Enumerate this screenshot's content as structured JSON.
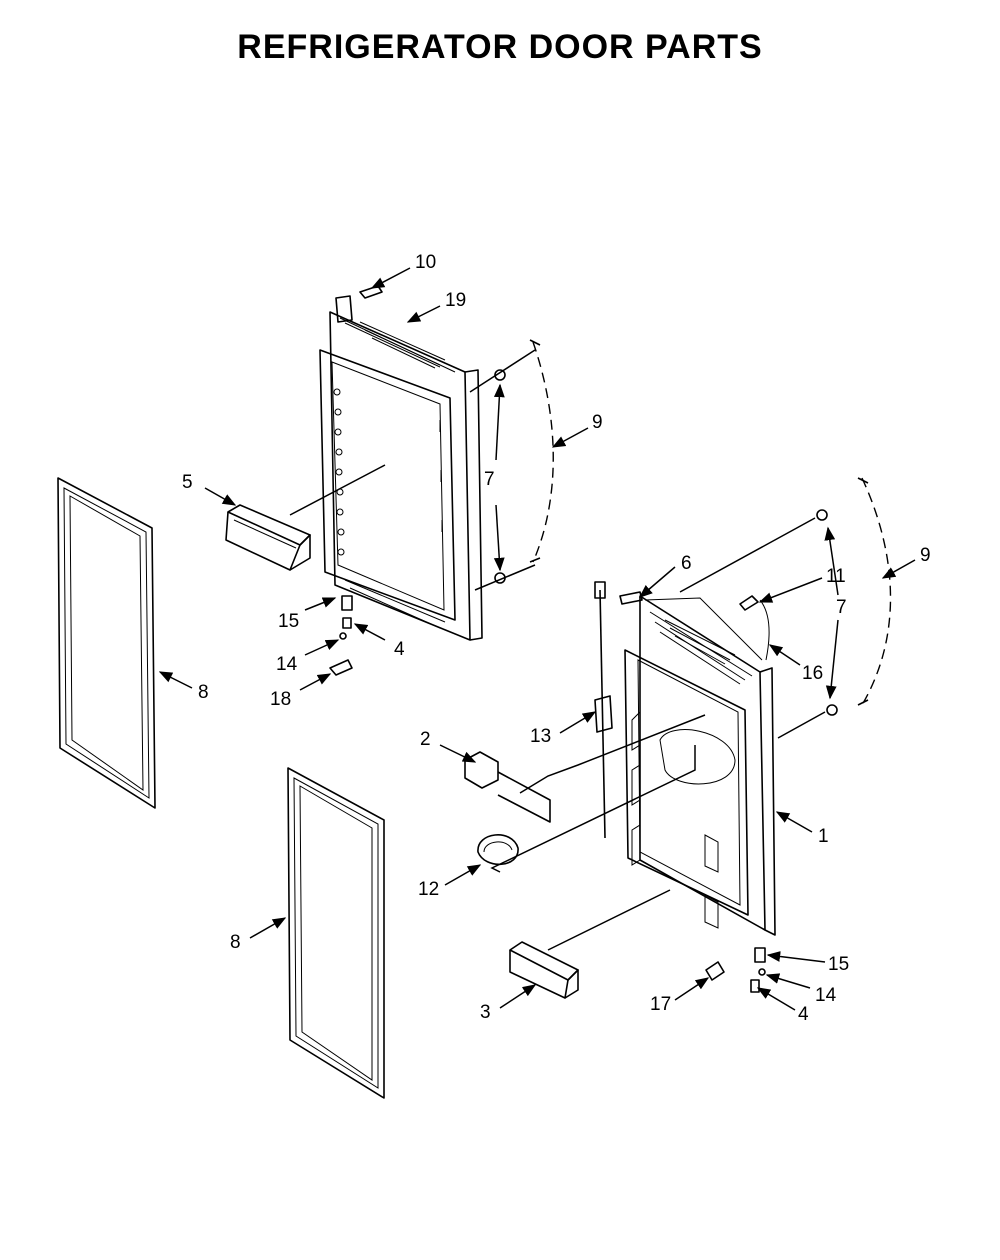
{
  "title": "REFRIGERATOR DOOR PARTS",
  "callouts": {
    "c1": "1",
    "c2": "2",
    "c3": "3",
    "c4a": "4",
    "c4b": "4",
    "c5": "5",
    "c6": "6",
    "c7a": "7",
    "c7b": "7",
    "c8a": "8",
    "c8b": "8",
    "c9a": "9",
    "c9b": "9",
    "c10": "10",
    "c11": "11",
    "c12": "12",
    "c13": "13",
    "c14a": "14",
    "c14b": "14",
    "c15a": "15",
    "c15b": "15",
    "c16": "16",
    "c17": "17",
    "c18": "18",
    "c19": "19"
  }
}
